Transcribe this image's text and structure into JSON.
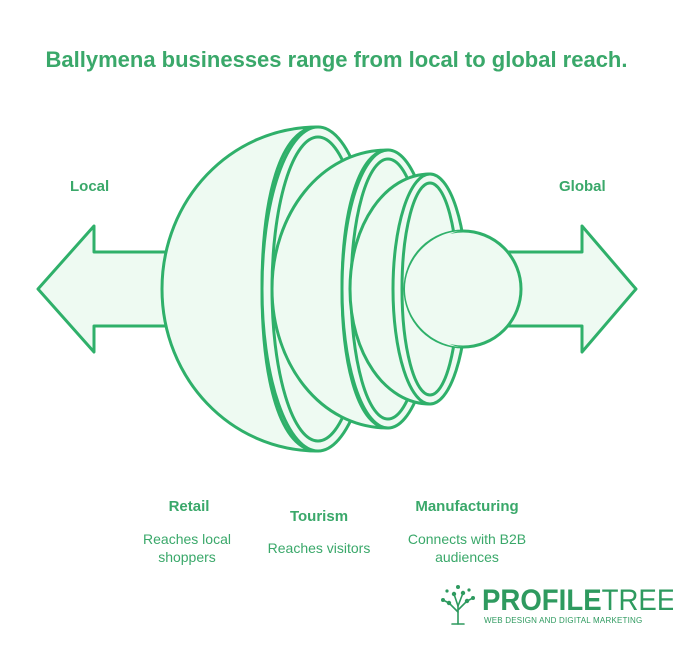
{
  "title": "Ballymena businesses range from local to global reach.",
  "labels": {
    "left": "Local",
    "right": "Global"
  },
  "categories": [
    {
      "title": "Retail",
      "description": "Reaches local shoppers"
    },
    {
      "title": "Tourism",
      "description": "Reaches visitors"
    },
    {
      "title": "Manufacturing",
      "description": "Connects with B2B audiences"
    }
  ],
  "logo": {
    "name_bold": "PROFILE",
    "name_light": "TREE",
    "tagline": "WEB DESIGN AND DIGITAL MARKETING"
  },
  "colors": {
    "stroke": "#2fb06a",
    "fill": "#eefaf2",
    "text": "#3aa86a"
  }
}
